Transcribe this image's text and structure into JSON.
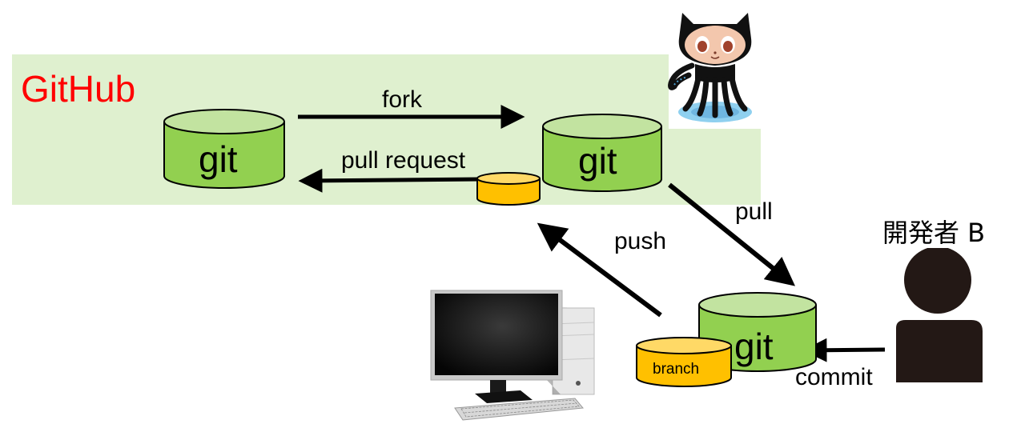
{
  "diagram": {
    "github_label": "GitHub",
    "github_region_color": "#dff0cf",
    "repo_fill_color": "#92d050",
    "repo_top_color": "#c2e3a0",
    "branch_fill_color": "#ffc000",
    "branch_top_color": "#ffd966",
    "repositories": [
      {
        "id": "upstream-repo",
        "label": "git"
      },
      {
        "id": "fork-repo",
        "label": "git"
      },
      {
        "id": "local-repo",
        "label": "git"
      }
    ],
    "branches": [
      {
        "id": "pr-branch",
        "label": ""
      },
      {
        "id": "local-branch",
        "label": "branch"
      }
    ],
    "arrows": [
      {
        "id": "fork",
        "label": "fork",
        "from": "upstream-repo",
        "to": "fork-repo"
      },
      {
        "id": "pull-request",
        "label": "pull request",
        "from": "fork-repo",
        "to": "upstream-repo"
      },
      {
        "id": "pull",
        "label": "pull",
        "from": "fork-repo",
        "to": "local-repo"
      },
      {
        "id": "push",
        "label": "push",
        "from": "local-repo",
        "to": "fork-repo"
      },
      {
        "id": "commit",
        "label": "commit",
        "from": "developer",
        "to": "local-repo"
      }
    ],
    "developer": {
      "label": "開発者 B"
    },
    "icons": [
      "octocat-icon",
      "desktop-computer-icon",
      "person-icon"
    ]
  }
}
